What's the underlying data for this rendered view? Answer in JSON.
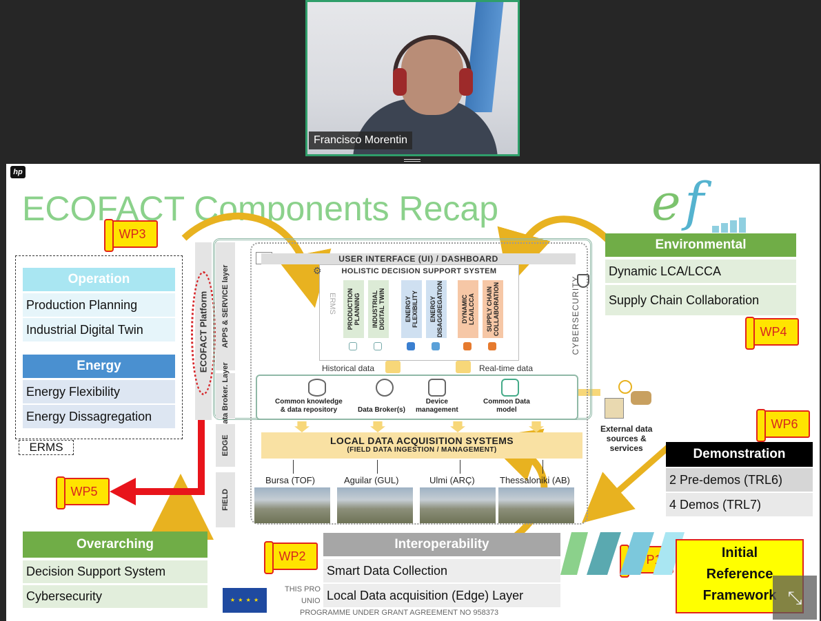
{
  "video": {
    "participant_name": "Francisco Morentin"
  },
  "slide": {
    "brand_logo": "hp",
    "title": "ECOFACT Components Recap",
    "logo_text_e": "e",
    "logo_text_f": "f",
    "wp_badges": {
      "wp1": "WP1",
      "wp2": "WP2",
      "wp3": "WP3",
      "wp4": "WP4",
      "wp5": "WP5",
      "wp6": "WP6"
    },
    "operation": {
      "title": "Operation",
      "items": [
        "Production Planning",
        "Industrial Digital Twin"
      ]
    },
    "energy": {
      "title": "Energy",
      "items": [
        "Energy Flexibility",
        "Energy Dissagregation"
      ]
    },
    "erms_label": "ERMS",
    "overarching": {
      "title": "Overarching",
      "items": [
        "Decision Support System",
        "Cybersecurity"
      ]
    },
    "environmental": {
      "title": "Environmental",
      "items": [
        "Dynamic LCA/LCCA",
        "Supply Chain Collaboration"
      ]
    },
    "demonstration": {
      "title": "Demonstration",
      "items": [
        "2 Pre-demos (TRL6)",
        "4 Demos (TRL7)"
      ]
    },
    "interoperability": {
      "title": "Interoperability",
      "items": [
        "Smart Data Collection",
        "Local Data acquisition (Edge) Layer"
      ]
    },
    "initial_framework": {
      "line1": "Initial",
      "line2": "Reference",
      "line3": "Framework"
    },
    "footer": {
      "line1": "THIS PRO",
      "line2": "UNIO",
      "line3": "PROGRAMME UNDER GRANT AGREEMENT NO 958373"
    },
    "diagram": {
      "platform_label": "ECOFACT Platform",
      "layer_apps": "APPS & SERVICE layer",
      "layer_broker": "Data Broker. Layer",
      "layer_edge": "EDGE",
      "layer_field": "FIELD",
      "cybersecurity": "CYBERSECURITY",
      "ui_dashboard": "USER INTERFACE (UI) / DASHBOARD",
      "hdss_title": "HOLISTIC DECISION SUPPORT SYSTEM",
      "erms_vertical": "ERMS",
      "modules": [
        "PRODUCTION\nPLANNING",
        "INDUSTRIAL\nDIGITAL TWIN",
        "ENERGY\nFLEXIBILITY",
        "ENERGY\nDISAGGREGATION",
        "DYNAMIC\nLCA/LCCA",
        "SUPPLY CHAIN\nCOLLABORATION"
      ],
      "historical_data": "Historical data",
      "realtime_data": "Real-time data",
      "broker_items": [
        "Common knowledge\n& data repository",
        "Data Broker(s)",
        "Device\nmanagement",
        "Common Data\nmodel"
      ],
      "ldas_title": "LOCAL DATA ACQUISITION SYSTEMS",
      "ldas_sub": "(FIELD DATA INGESTION / MANAGEMENT)",
      "sites": [
        "Bursa (TOF)",
        "Aguilar (GUL)",
        "Ulmi (ARÇ)",
        "Thessaloniki (AB)"
      ],
      "external": "External data\nsources &\nservices"
    },
    "eu_flag": "★ ★ ★ ★"
  },
  "controls": {
    "exit_fullscreen": "⤡"
  },
  "colors": {
    "operation_header": "#a9e6f2",
    "operation_rows": "#e6f5fa",
    "energy_header": "#4a90d0",
    "energy_rows": "#dde6f2",
    "green_header": "#70ad47",
    "green_rows": "#e2eedc",
    "interop_header": "#a6a6a6",
    "demo_header": "#000000",
    "title_green": "#8bd18b",
    "red_arrow": "#e8141b",
    "gold_arrow": "#e8b220"
  }
}
